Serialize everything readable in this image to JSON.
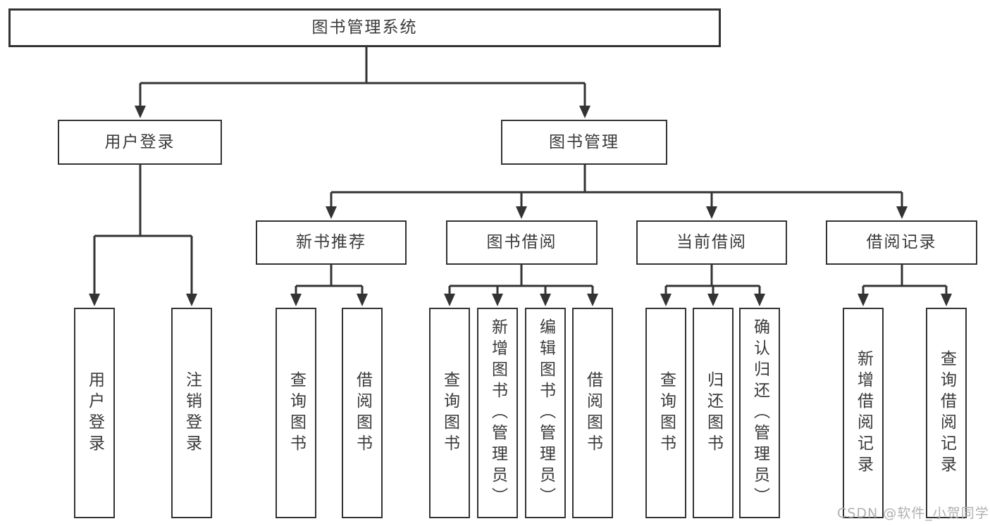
{
  "diagram": {
    "root": {
      "label": "图书管理系统"
    },
    "branches": [
      {
        "label": "用户登录",
        "children": [
          {
            "label": "用户登录"
          },
          {
            "label": "注销登录"
          }
        ]
      },
      {
        "label": "图书管理",
        "children": [
          {
            "label": "新书推荐",
            "children": [
              {
                "label": "查询图书"
              },
              {
                "label": "借阅图书"
              }
            ]
          },
          {
            "label": "图书借阅",
            "children": [
              {
                "label": "查询图书"
              },
              {
                "label": "新增图书（管理员）"
              },
              {
                "label": "编辑图书（管理员）"
              },
              {
                "label": "借阅图书"
              }
            ]
          },
          {
            "label": "当前借阅",
            "children": [
              {
                "label": "查询图书"
              },
              {
                "label": "归还图书"
              },
              {
                "label": "确认归还（管理员）"
              }
            ]
          },
          {
            "label": "借阅记录",
            "children": [
              {
                "label": "新增借阅记录"
              },
              {
                "label": "查询借阅记录"
              }
            ]
          }
        ]
      }
    ]
  },
  "watermark": {
    "text": "CSDN @软件_小贺同学"
  },
  "colors": {
    "line": "#333333",
    "box_border": "#333333",
    "box_fill": "#ffffff",
    "text": "#3a3a3a",
    "watermark": "#b0b0b0"
  }
}
